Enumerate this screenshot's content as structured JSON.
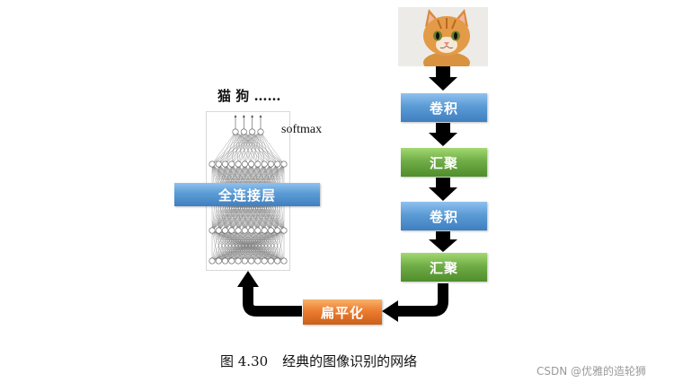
{
  "labels": {
    "output_classes": "猫 狗 ……",
    "softmax": "softmax",
    "fc_layer": "全连接层",
    "flatten": "扁平化",
    "conv1": "卷积",
    "pool1": "汇聚",
    "conv2": "卷积",
    "pool2": "汇聚"
  },
  "caption": {
    "figure_no": "图 4.30",
    "text": "经典的图像识别的网络"
  },
  "watermark": "CSDN @优雅的造轮狮",
  "colors": {
    "conv_blue": "#5b9bd5",
    "pool_green": "#70ad47",
    "flatten_orange": "#ed7d31",
    "arrow_black": "#000000"
  },
  "network": {
    "layers": [
      4,
      12,
      12,
      12
    ]
  }
}
